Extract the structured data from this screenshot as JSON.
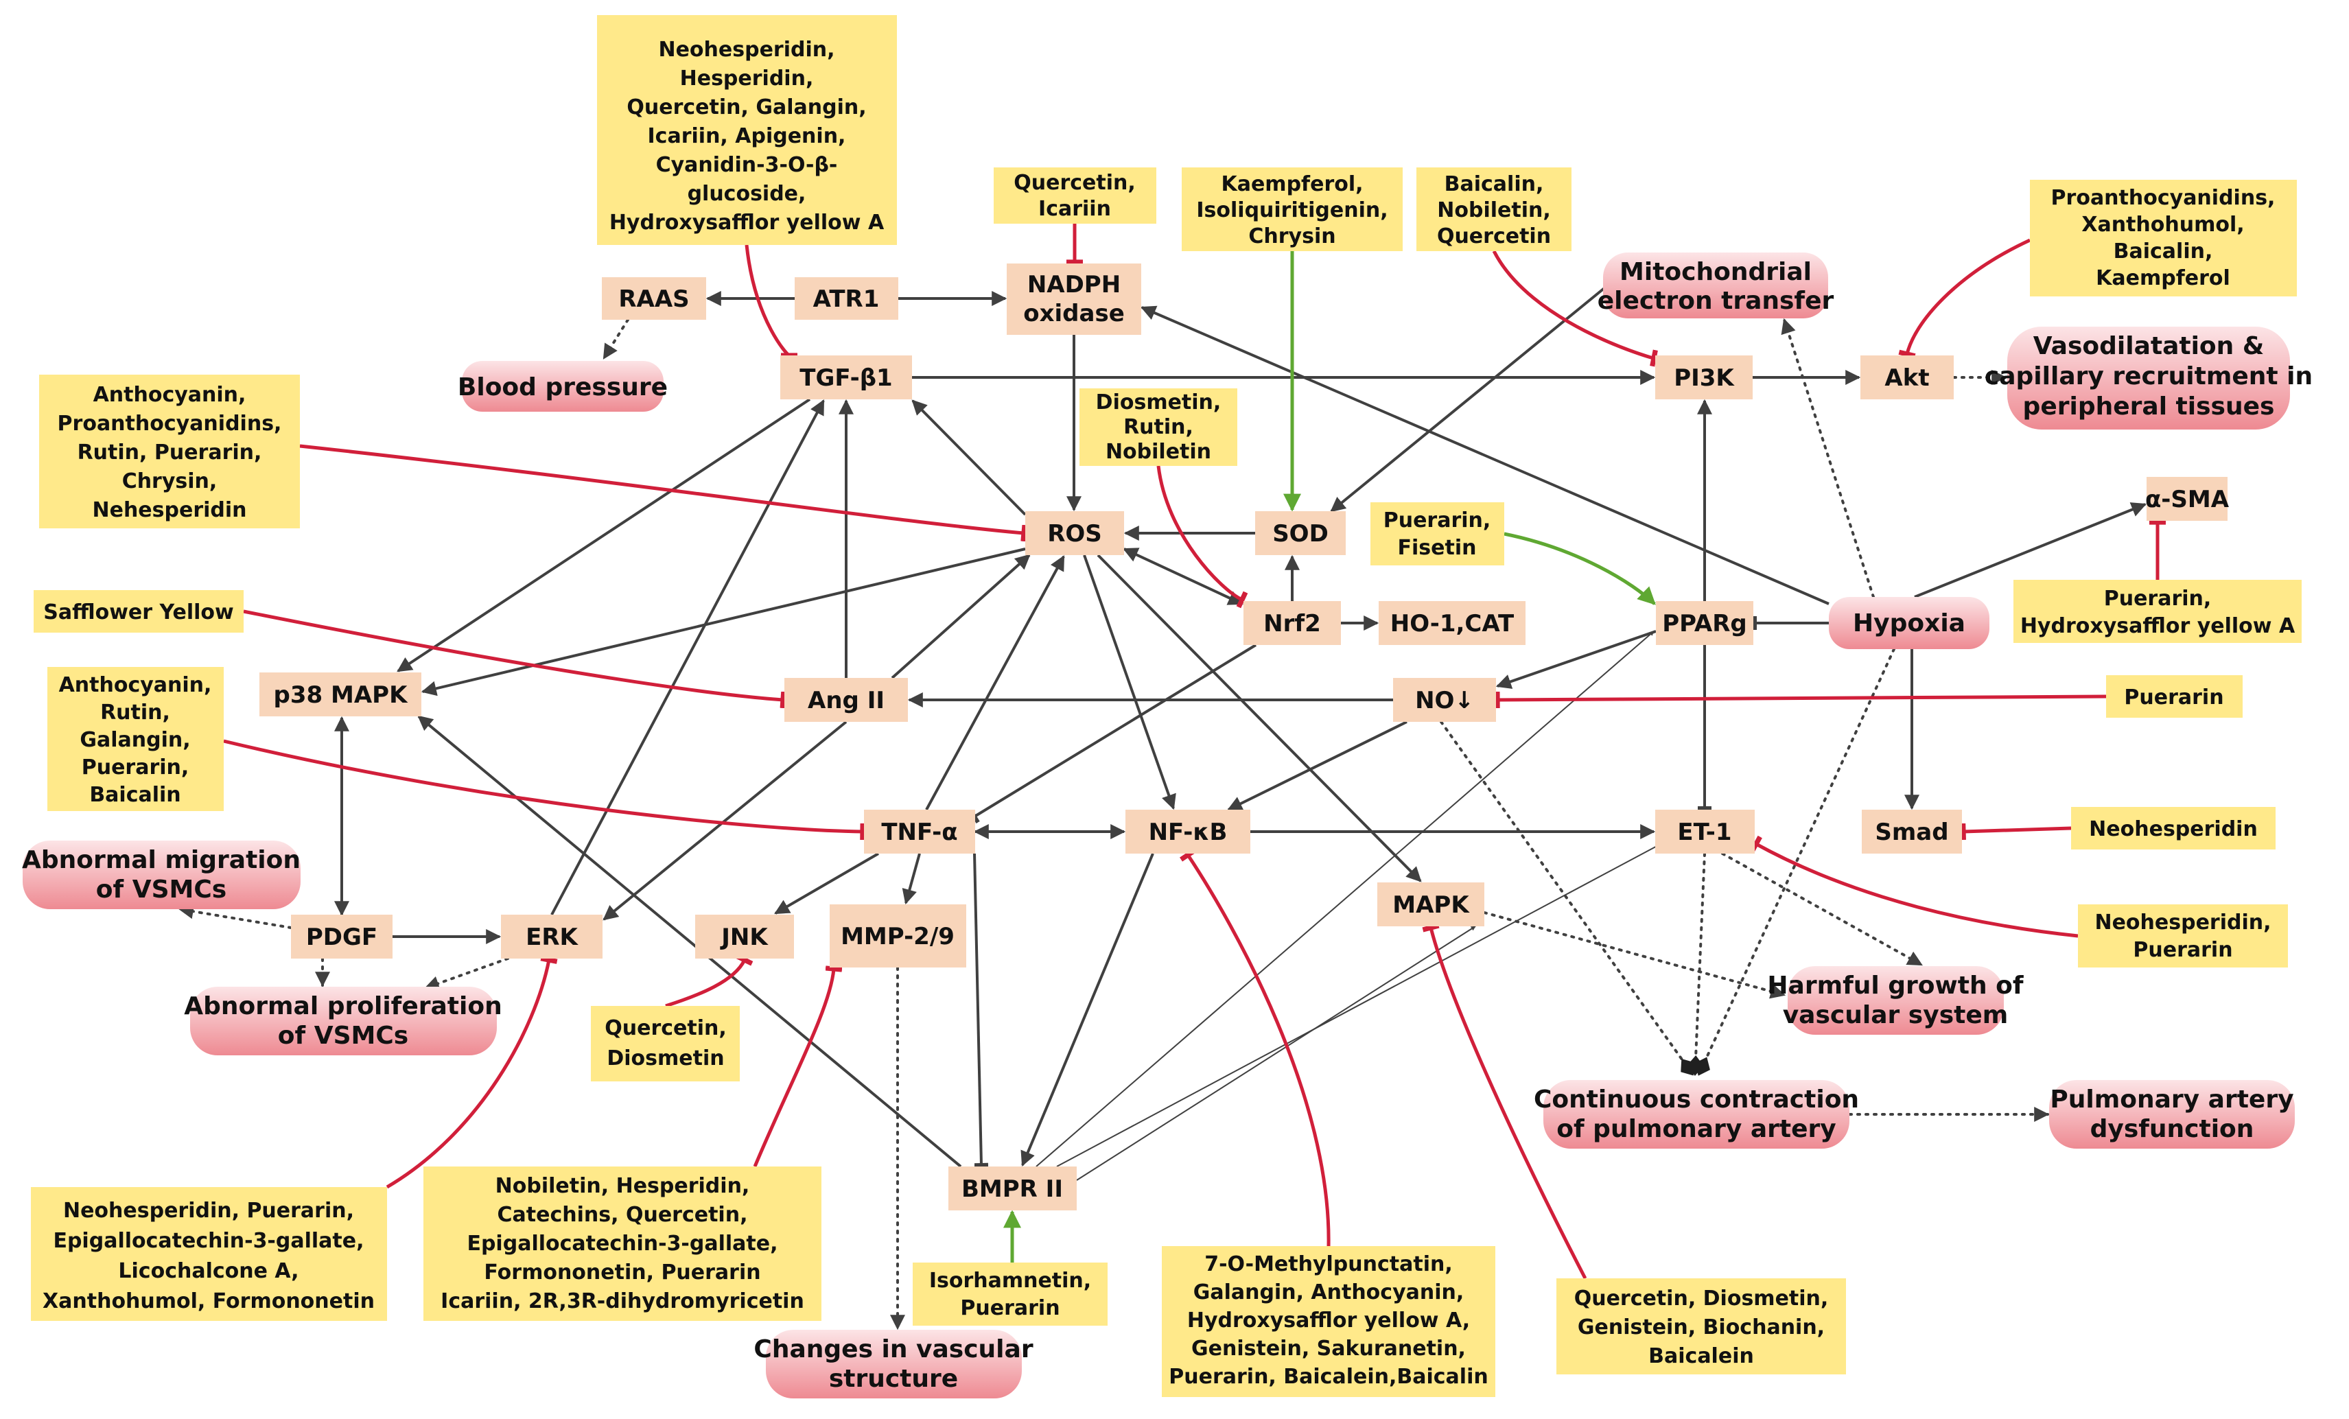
{
  "colors": {
    "inhibitor_box": "#FFE98A",
    "node_box": "#F8D5BA",
    "outcome_box_top": "#FCE4E6",
    "outcome_box_bottom": "#EE8A92",
    "inhibition_edge": "#D11F3A",
    "activation_edge": "#5FA832",
    "regulation_edge": "#404040"
  },
  "nodes": {
    "raas": "RAAS",
    "atr1": "ATR1",
    "nadph": [
      "NADPH",
      "oxidase"
    ],
    "tgfb1": "TGF-β1",
    "pi3k": "PI3K",
    "akt": "Akt",
    "ros": "ROS",
    "sod": "SOD",
    "nrf2": "Nrf2",
    "ho1cat": "HO-1,CAT",
    "ppar": "PPARg",
    "asma": "α-SMA",
    "p38": "p38 MAPK",
    "ang2": "Ang II",
    "no": "NO↓",
    "tnfa": "TNF-α",
    "nfkb": "NF-κB",
    "et1": "ET-1",
    "smad": "Smad",
    "mapk": "MAPK",
    "pdgf": "PDGF",
    "erk": "ERK",
    "jnk": "JNK",
    "mmp": "MMP-2/9",
    "bmpr": "BMPR II"
  },
  "outcomes": {
    "blood_pressure": [
      "Blood pressure"
    ],
    "mito": [
      "Mitochondrial",
      "electron transfer"
    ],
    "vasodilatation": [
      "Vasodilatation &",
      "capillary recruitment in",
      "peripheral tissues"
    ],
    "hypoxia": [
      "Hypoxia"
    ],
    "abn_migration": [
      "Abnormal migration",
      "of VSMCs"
    ],
    "abn_prolif": [
      "Abnormal proliferation",
      "of VSMCs"
    ],
    "harmful_growth": [
      "Harmful growth of",
      "vascular system"
    ],
    "continuous": [
      "Continuous contraction",
      "of pulmonary artery"
    ],
    "pa_dysfunction": [
      "Pulmonary artery",
      "dysfunction"
    ],
    "vascular_structure": [
      "Changes in vascular",
      "structure"
    ]
  },
  "compounds": {
    "tgf_inhibitors": [
      "Neohesperidin,",
      "Hesperidin,",
      "Quercetin, Galangin,",
      "Icariin, Apigenin,",
      "Cyanidin-3-O-β-",
      "glucoside,",
      "Hydroxysafflor yellow A"
    ],
    "nadph_inhibitors": [
      "Quercetin,",
      "Icariin"
    ],
    "sod_activators": [
      "Kaempferol,",
      "Isoliquiritigenin,",
      "Chrysin"
    ],
    "pi3k_inhibitors": [
      "Baicalin,",
      "Nobiletin,",
      "Quercetin"
    ],
    "akt_inhibitors": [
      "Proanthocyanidins,",
      "Xanthohumol,",
      "Baicalin,",
      "Kaempferol"
    ],
    "ros_inhibitors": [
      "Anthocyanin,",
      "Proanthocyanidins,",
      "Rutin, Puerarin,",
      "Chrysin,",
      "Nehesperidin"
    ],
    "nrf2_inhibitors": [
      "Diosmetin,",
      "Rutin,",
      "Nobiletin"
    ],
    "ppar_activators": [
      "Puerarin,",
      "Fisetin"
    ],
    "asma_inhibitors": [
      "Puerarin,",
      "Hydroxysafflor yellow A"
    ],
    "ang2_inhibitors": [
      "Safflower Yellow"
    ],
    "tnf_inhibitors": [
      "Anthocyanin,",
      "Rutin,",
      "Galangin,",
      "Puerarin,",
      "Baicalin"
    ],
    "no_inhibitors": [
      "Puerarin"
    ],
    "smad_inhibitors": [
      "Neohesperidin"
    ],
    "et1_inhibitors": [
      "Neohesperidin,",
      "Puerarin"
    ],
    "jnk_inhibitors": [
      "Quercetin,",
      "Diosmetin"
    ],
    "erk_inhibitors": [
      "Neohesperidin, Puerarin,",
      "Epigallocatechin-3-gallate,",
      "Licochalcone A,",
      "Xanthohumol, Formononetin"
    ],
    "mmp_inhibitors": [
      "Nobiletin, Hesperidin,",
      "Catechins, Quercetin,",
      "Epigallocatechin-3-gallate,",
      "Formononetin, Puerarin",
      "Icariin, 2R,3R-dihydromyricetin"
    ],
    "bmpr_activators": [
      "Isorhamnetin,",
      "Puerarin"
    ],
    "nfkb_inhibitors": [
      "7-O-Methylpunctatin,",
      "Galangin, Anthocyanin,",
      "Hydroxysafflor yellow A,",
      "Genistein, Sakuranetin,",
      "Puerarin, Baicalein,Baicalin"
    ],
    "mapk_inhibitors": [
      "Quercetin, Diosmetin,",
      "Genistein, Biochanin,",
      "Baicalein"
    ]
  }
}
